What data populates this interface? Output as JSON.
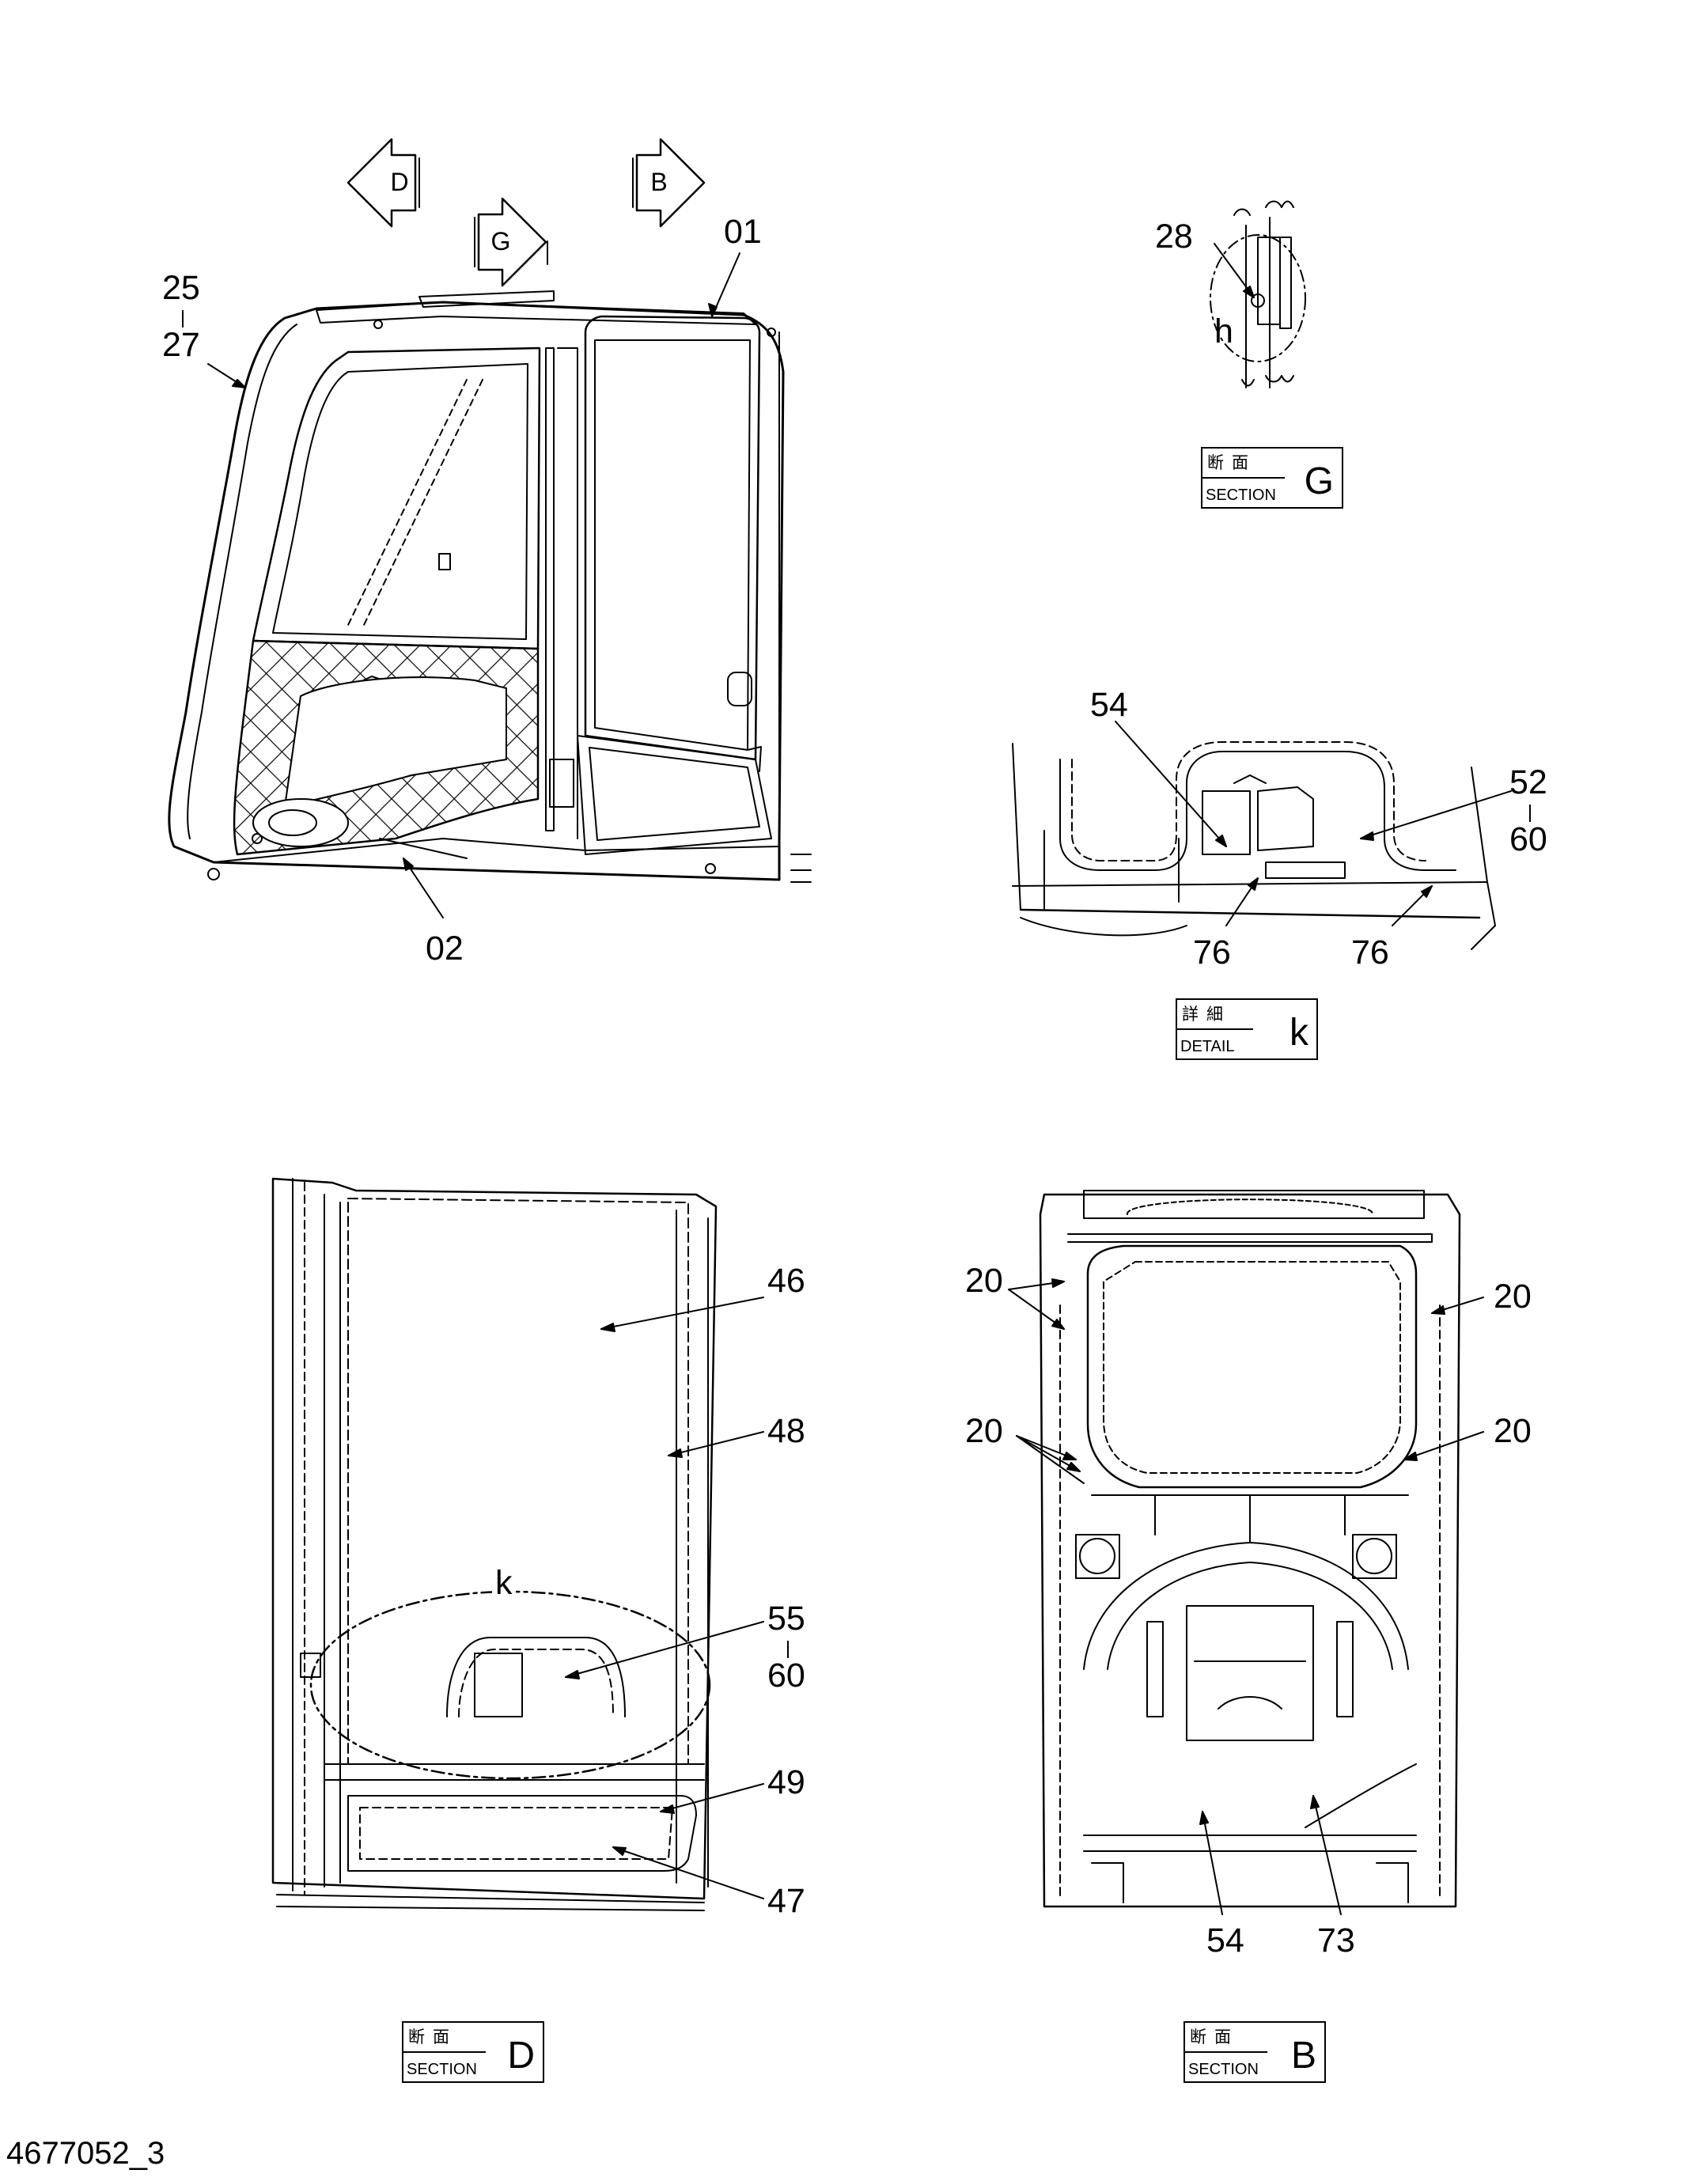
{
  "view_arrows": [
    "D",
    "B",
    "G"
  ],
  "callouts": {
    "c01": "01",
    "c02": "02",
    "c25": "25",
    "c27": "27",
    "c28": "28",
    "h": "h",
    "k_detail_54": "54",
    "c52": "52",
    "c60a": "60",
    "c76a": "76",
    "c76b": "76",
    "c46": "46",
    "c48": "48",
    "k": "k",
    "c55": "55",
    "c60b": "60",
    "c49": "49",
    "c47": "47",
    "c20a": "20",
    "c20b": "20",
    "c20c": "20",
    "c20d": "20",
    "c54": "54",
    "c73": "73"
  },
  "section_labels": [
    {
      "jp": "断面",
      "en": "SECTION",
      "letter": "G"
    },
    {
      "jp": "詳細",
      "en": "DETAIL",
      "letter": "k"
    },
    {
      "jp": "断面",
      "en": "SECTION",
      "letter": "D"
    },
    {
      "jp": "断面",
      "en": "SECTION",
      "letter": "B"
    }
  ],
  "footer": "4677052_3"
}
